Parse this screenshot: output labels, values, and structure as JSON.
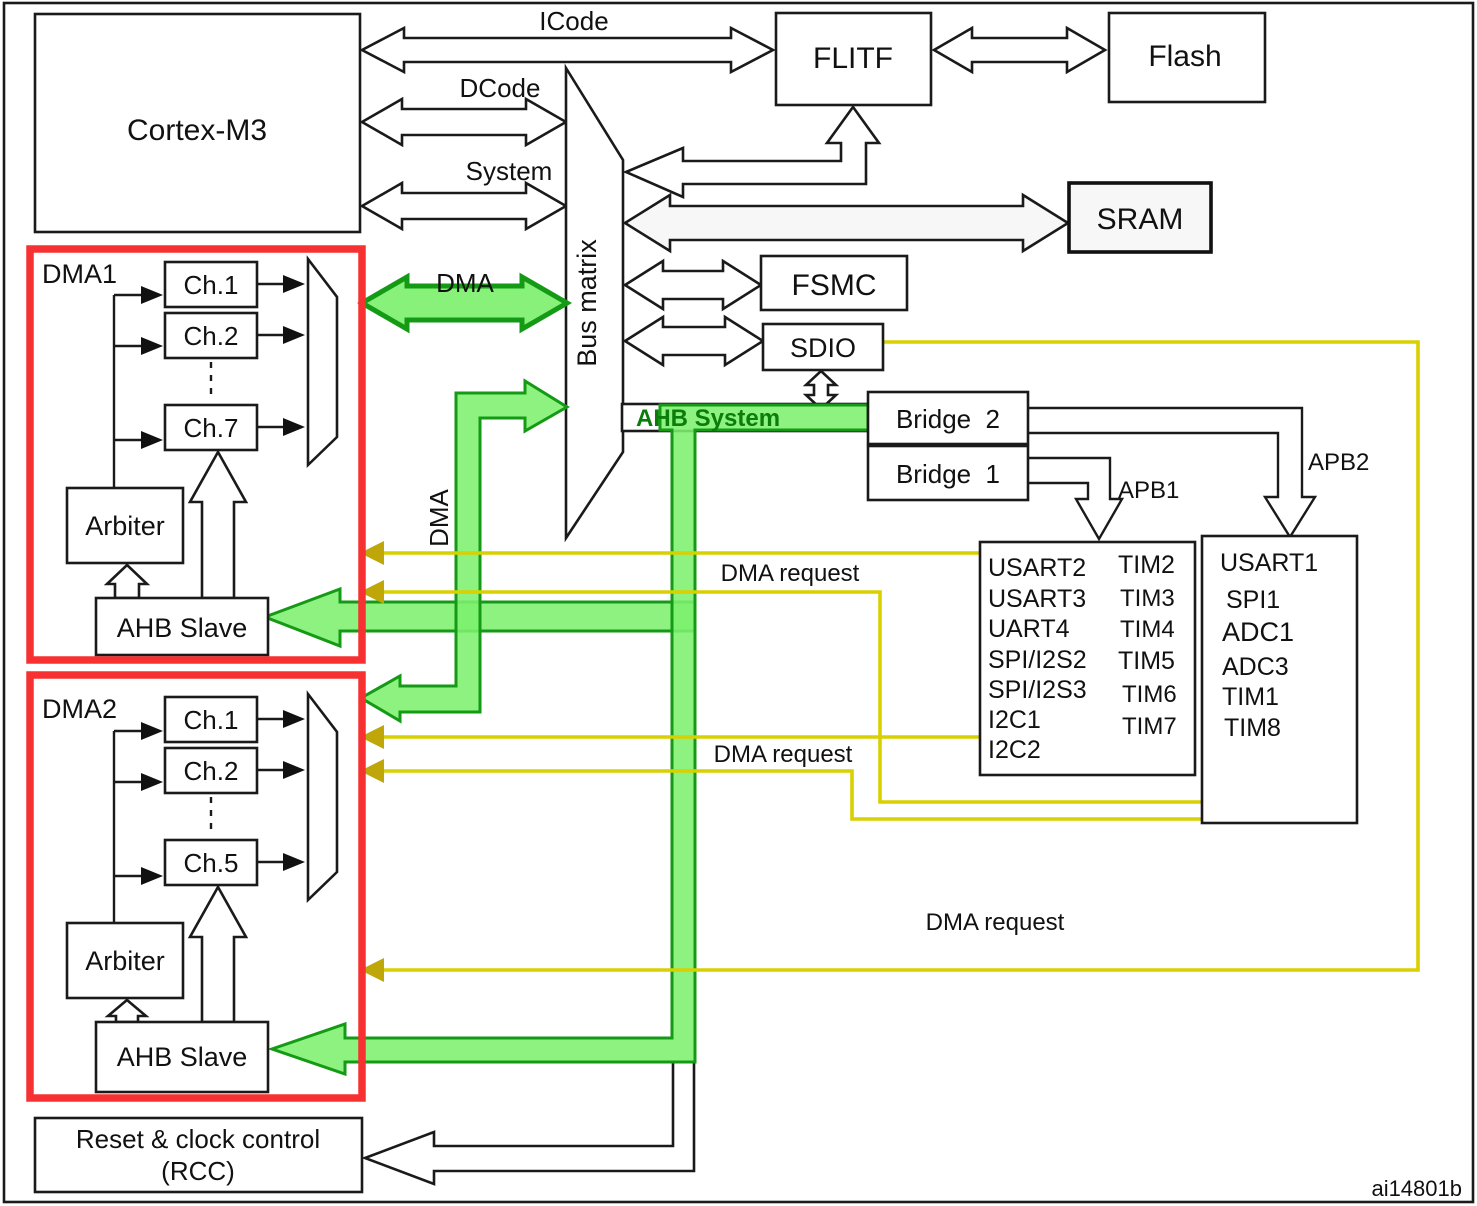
{
  "diagram": {
    "figure_id": "ai14801b",
    "cpu": "Cortex-M3",
    "bus_matrix": "Bus matrix",
    "labels": {
      "icode": "ICode",
      "dcode": "DCode",
      "system": "System",
      "dma_h": "DMA",
      "dma_v": "DMA",
      "ahb_system": "AHB System",
      "apb1": "APB1",
      "apb2": "APB2",
      "dma_request": "DMA request"
    },
    "memory": {
      "flitf": "FLITF",
      "flash": "Flash",
      "sram": "SRAM",
      "fsmc": "FSMC",
      "sdio": "SDIO"
    },
    "bridges": {
      "bridge2": "Bridge  2",
      "bridge1": "Bridge  1"
    },
    "dma1": {
      "name": "DMA1",
      "channels": [
        "Ch.1",
        "Ch.2",
        "Ch.7"
      ],
      "arbiter": "Arbiter",
      "ahb_slave": "AHB Slave"
    },
    "dma2": {
      "name": "DMA2",
      "channels": [
        "Ch.1",
        "Ch.2",
        "Ch.5"
      ],
      "arbiter": "Arbiter",
      "ahb_slave": "AHB Slave"
    },
    "apb1_peripherals": {
      "col1": [
        "USART2",
        "USART3",
        "UART4",
        "SPI/I2S2",
        "SPI/I2S3",
        "I2C1",
        "I2C2"
      ],
      "col2": [
        "TIM2",
        "TIM3",
        "TIM4",
        "TIM5",
        "TIM6",
        "TIM7"
      ]
    },
    "apb2_peripherals": [
      "USART1",
      "SPI1",
      "ADC1",
      "ADC3",
      "TIM1",
      "TIM8"
    ],
    "rcc": {
      "line1": "Reset & clock control",
      "line2": "(RCC)"
    },
    "colors": {
      "highlight_green": "#7df06e",
      "green_stroke": "#149a14",
      "request_yellow": "#d8d000",
      "yellow_head": "#bfa70a",
      "dma_red": "#f73131"
    }
  }
}
